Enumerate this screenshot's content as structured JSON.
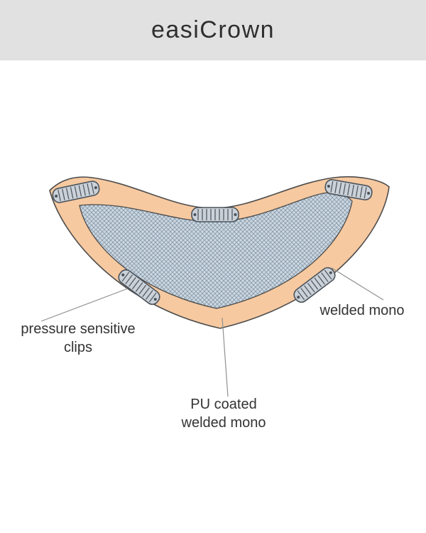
{
  "header": {
    "title": "easiCrown"
  },
  "labels": {
    "pressure_clips": {
      "line1": "pressure sensitive",
      "line2": "clips"
    },
    "welded_mono": "welded mono",
    "pu_coated": {
      "line1": "PU coated",
      "line2": "welded mono"
    }
  },
  "colors": {
    "header_bg": "#e1e1e1",
    "skin": "#f7c9a0",
    "outline": "#4d4d4d",
    "mesh_fill": "#cfd8e0",
    "mesh_line": "#8399ad",
    "clip_fill": "#cbd1d8",
    "clip_stroke": "#49525b",
    "leader_line": "#909090",
    "text": "#333333"
  }
}
